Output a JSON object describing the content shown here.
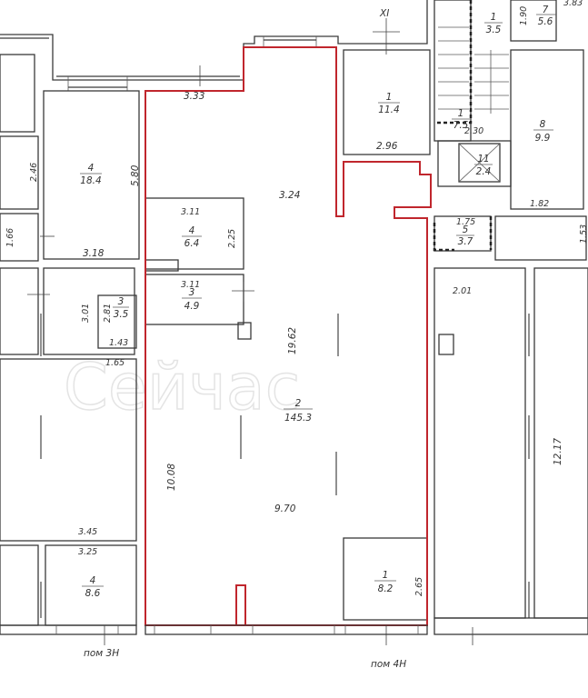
{
  "axis_label": "XI",
  "rooms": [
    {
      "id": "r1-top",
      "num": "1",
      "area": "11.4"
    },
    {
      "id": "r1-stair",
      "num": "1",
      "area": "3.5"
    },
    {
      "id": "r7",
      "num": "7",
      "area": "5.6"
    },
    {
      "id": "r8",
      "num": "8",
      "area": "9.9"
    },
    {
      "id": "r1-75",
      "num": "1",
      "area": "7.5"
    },
    {
      "id": "r11",
      "num": "11",
      "area": "2.4"
    },
    {
      "id": "r5",
      "num": "5",
      "area": "3.7"
    },
    {
      "id": "r4-left",
      "num": "4",
      "area": "18.4"
    },
    {
      "id": "r4-mid",
      "num": "4",
      "area": "6.4"
    },
    {
      "id": "r3-mid",
      "num": "3",
      "area": "4.9"
    },
    {
      "id": "r3-left",
      "num": "3",
      "area": "3.5"
    },
    {
      "id": "r2-main",
      "num": "2",
      "area": "145.3"
    },
    {
      "id": "r4-bottom",
      "num": "4",
      "area": "8.6"
    },
    {
      "id": "r1-bottom",
      "num": "1",
      "area": "8.2"
    }
  ],
  "dimensions": [
    "3.33",
    "3.24",
    "2.96",
    "2.30",
    "1.90",
    "1.82",
    "1.75",
    "1.53",
    "5.80",
    "2.46",
    "1.66",
    "3.18",
    "3.11",
    "2.25",
    "3.11",
    "3.01",
    "2.81",
    "1.43",
    "1.65",
    "19.62",
    "2.01",
    "12.17",
    "10.08",
    "9.70",
    "3.45",
    "3.25",
    "2.65",
    "3.83"
  ],
  "labels": {
    "pom3": "пом 3Н",
    "pom4": "пом 4Н"
  }
}
